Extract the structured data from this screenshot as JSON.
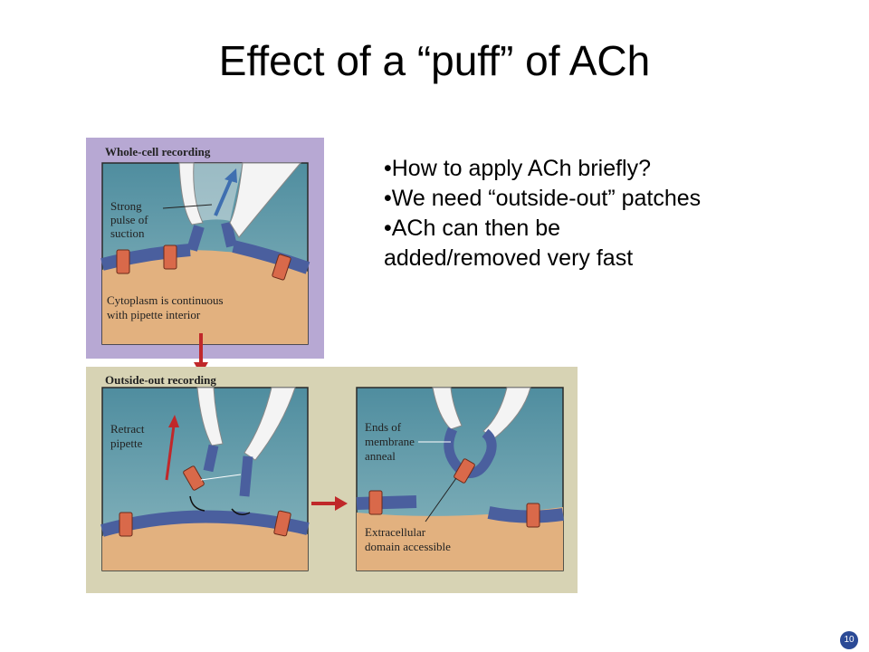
{
  "slide": {
    "title": "Effect of a “puff” of ACh",
    "bullets": [
      "•How to apply ACh briefly?",
      "•We need “outside-out” patches",
      "•ACh can then be",
      "added/removed very fast"
    ],
    "page_number": "10"
  },
  "figure": {
    "whole_cell": {
      "heading": "Whole-cell recording",
      "suction_label": [
        "Strong",
        "pulse of",
        "suction"
      ],
      "cytoplasm_label": [
        "Cytoplasm is continuous",
        "with pipette interior"
      ]
    },
    "outside_out": {
      "heading": "Outside-out recording",
      "retract_label": [
        "Retract",
        "pipette"
      ],
      "anneal_label": [
        "Ends of",
        "membrane",
        "anneal"
      ],
      "extracellular_label": [
        "Extracellular",
        "domain accessible"
      ]
    },
    "colors": {
      "purple_frame": "#b7a8d3",
      "tan_frame": "#d7d3b4",
      "bath": "#5f98a8",
      "cytoplasm": "#e2b17f",
      "membrane": "#4a5f9e",
      "channel": "#d9694a",
      "pipette": "#f2f2f2",
      "arrow_red": "#c0282a",
      "arrow_blue": "#3f6fb0"
    }
  }
}
